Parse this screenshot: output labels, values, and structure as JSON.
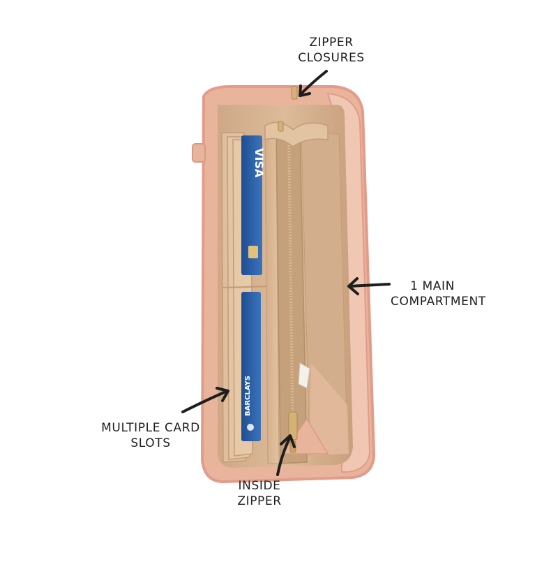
{
  "annotations": {
    "zipper_closures": [
      "ZIPPER",
      "CLOSURES"
    ],
    "main_compartment": [
      "1 MAIN",
      "COMPARTMENT"
    ],
    "card_slots": [
      "MULTIPLE CARD",
      "SLOTS"
    ],
    "inside_zipper": [
      "INSIDE",
      "ZIPPER"
    ]
  },
  "card_labels": {
    "top_card": "VISA",
    "bottom_card": "BARCLAYS"
  },
  "colors": {
    "wallet_outer": "#e9b79f",
    "wallet_rim": "#e39b8a",
    "wallet_inner": "#d9b692",
    "zipper_tape": "#c7a47c",
    "card_blue": "#2a5fa8",
    "hardware_gold": "#d7b278",
    "arrow": "#1e1e1e"
  }
}
